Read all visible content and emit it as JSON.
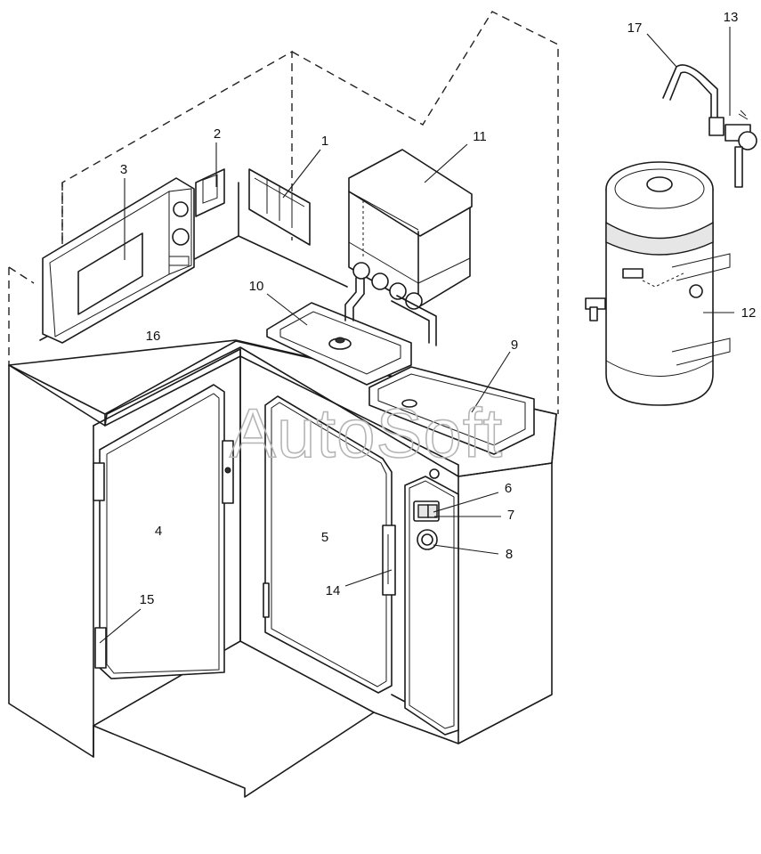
{
  "watermark": "AutoSoft",
  "callouts": [
    {
      "id": "c1",
      "text": "1"
    },
    {
      "id": "c2",
      "text": "2"
    },
    {
      "id": "c3",
      "text": "3"
    },
    {
      "id": "c4",
      "text": "4"
    },
    {
      "id": "c5",
      "text": "5"
    },
    {
      "id": "c6",
      "text": "6"
    },
    {
      "id": "c7",
      "text": "7"
    },
    {
      "id": "c8",
      "text": "8"
    },
    {
      "id": "c9",
      "text": "9"
    },
    {
      "id": "c10",
      "text": "10"
    },
    {
      "id": "c11",
      "text": "11"
    },
    {
      "id": "c12",
      "text": "12"
    },
    {
      "id": "c13",
      "text": "13"
    },
    {
      "id": "c14",
      "text": "14"
    },
    {
      "id": "c15",
      "text": "15"
    },
    {
      "id": "c16",
      "text": "16"
    },
    {
      "id": "c17",
      "text": "17"
    }
  ]
}
